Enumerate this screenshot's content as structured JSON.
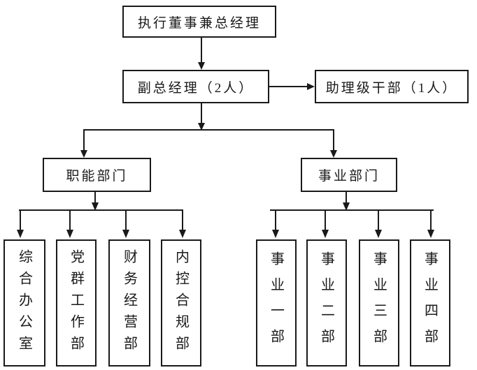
{
  "chart": {
    "type": "org-chart",
    "background": "#ffffff",
    "line_color": "#1a1a1a",
    "box_border_color": "#1a1a1a",
    "nodes": {
      "root": {
        "label": "执行董事兼总经理"
      },
      "deputy": {
        "label": "副总经理（2人）"
      },
      "assistant": {
        "label": "助理级干部（1人）"
      },
      "functional": {
        "label": "职能部门"
      },
      "business": {
        "label": "事业部门"
      }
    },
    "functional_departments": [
      {
        "label": "综合办公室"
      },
      {
        "label": "党群工作部"
      },
      {
        "label": "财务经营部"
      },
      {
        "label": "内控合规部"
      }
    ],
    "business_departments": [
      {
        "label": "事业一部"
      },
      {
        "label": "事业二部"
      },
      {
        "label": "事业三部"
      },
      {
        "label": "事业四部"
      }
    ]
  }
}
